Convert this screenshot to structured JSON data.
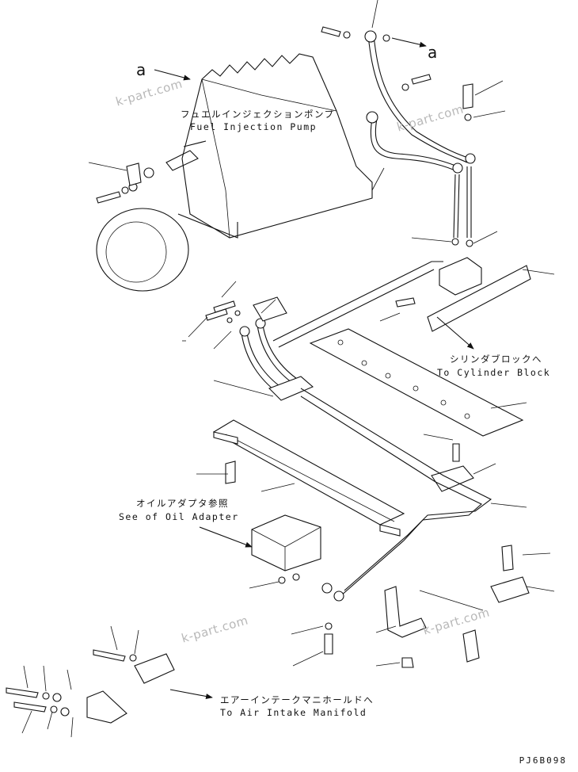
{
  "ref_mark": "a",
  "labels": {
    "fuel_pump_jp": "フュエルインジェクションポンプ",
    "fuel_pump_en": "Fuel Injection Pump",
    "cyl_block_jp": "シリンダブロックへ",
    "cyl_block_en": "To Cylinder Block",
    "oil_adapter_jp": "オイルアダプタ参照",
    "oil_adapter_en": "See of Oil Adapter",
    "air_intake_jp": "エアーインテークマニホールドへ",
    "air_intake_en": "To Air Intake Manifold"
  },
  "watermark": "k-part.com",
  "drawing_code": "PJ6B098"
}
